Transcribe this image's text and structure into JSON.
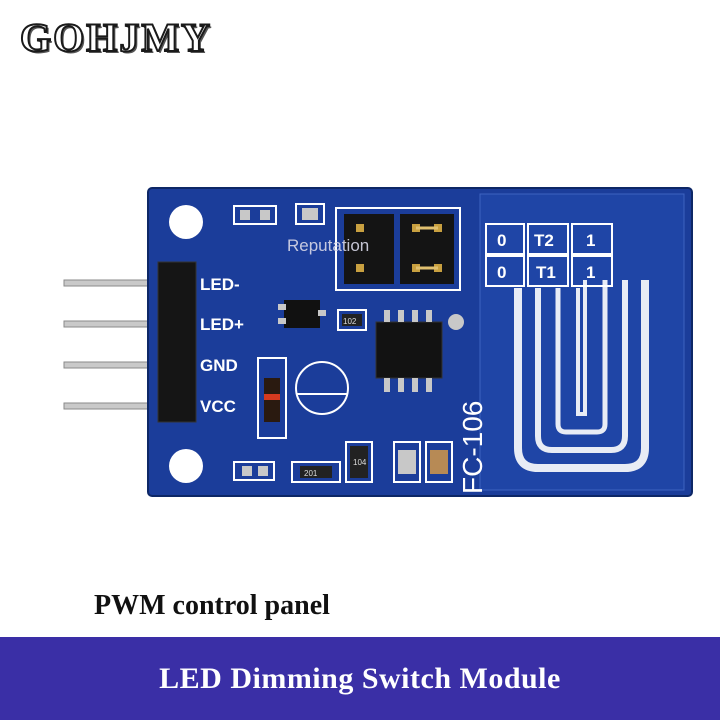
{
  "brand": {
    "logo_text": "GOHJMY"
  },
  "board": {
    "pins": [
      "LED-",
      "LED+",
      "GND",
      "VCC"
    ],
    "pad_labels": {
      "t2_left": "0",
      "t2": "T2",
      "t2_right": "1",
      "t1_left": "0",
      "t1": "T1",
      "t1_right": "1"
    },
    "model": "FC-106",
    "chip_codes": {
      "c1": "102",
      "c2": "201",
      "c3": "104"
    },
    "pcb_color": "#1b3d9a"
  },
  "watermark": "Reputation",
  "caption": "PWM control panel",
  "banner": {
    "title": "LED Dimming Switch Module",
    "bg_color": "#3a2fa6"
  }
}
